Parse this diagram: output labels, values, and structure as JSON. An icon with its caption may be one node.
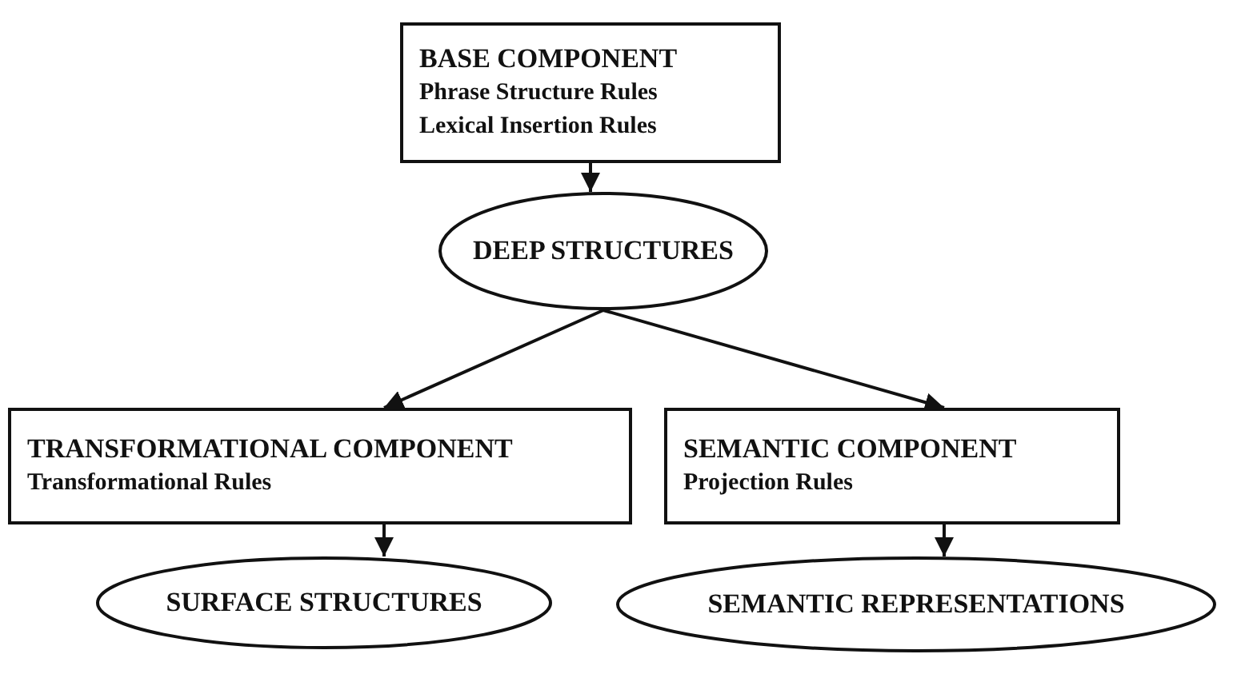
{
  "diagram": {
    "nodes": [
      {
        "text": [
          "BASE COMPONENT",
          "Phrase Structure Rules",
          "Lexical Insertion Rules"
        ]
      },
      {
        "text": [
          "DEEP STRUCTURES"
        ]
      },
      {
        "text": [
          "TRANSFORMATIONAL COMPONENT",
          "Transformational Rules"
        ]
      },
      {
        "text": [
          "SEMANTIC COMPONENT",
          "Projection Rules"
        ]
      },
      {
        "text": [
          "SURFACE STRUCTURES"
        ]
      },
      {
        "text": [
          "SEMANTIC REPRESENTATIONS"
        ]
      }
    ],
    "edges": [
      {
        "from": 0,
        "to": 1,
        "arrow": "to"
      },
      {
        "from": 1,
        "to": 2,
        "arrow": "to"
      },
      {
        "from": 1,
        "to": 3,
        "arrow": "to"
      },
      {
        "from": 2,
        "to": 4,
        "arrow": "to"
      },
      {
        "from": 3,
        "to": 5,
        "arrow": "to"
      }
    ]
  }
}
